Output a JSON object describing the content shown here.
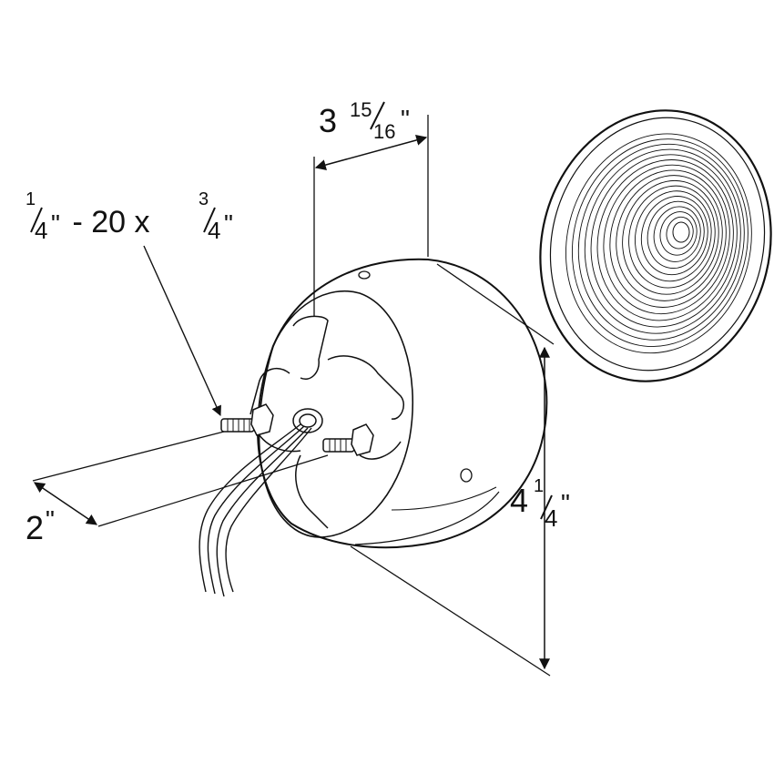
{
  "diagram": {
    "type": "technical-dimension-drawing",
    "line_color": "#111111",
    "background": "#ffffff"
  },
  "dimensions": {
    "depth": {
      "whole": "3",
      "num": "15",
      "den": "16",
      "unit": "\""
    },
    "stud": {
      "num1": "1",
      "den1": "4",
      "unit1": "\"",
      "thread": " - 20 x ",
      "num2": "3",
      "den2": "4",
      "unit2": "\""
    },
    "lead": {
      "value": "2",
      "unit": "\""
    },
    "diameter": {
      "whole": "4",
      "num": "1",
      "den": "4",
      "unit": "\""
    }
  }
}
